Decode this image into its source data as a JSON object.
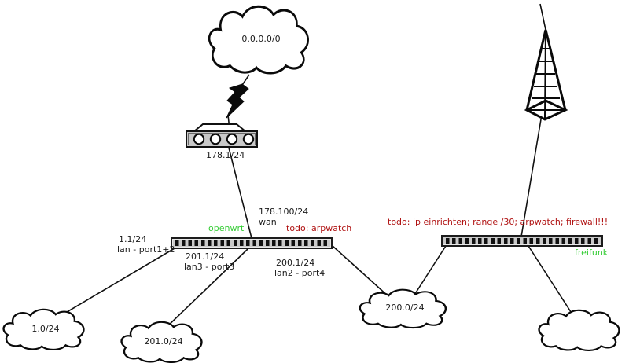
{
  "clouds": {
    "internet": {
      "label": "0.0.0.0/0"
    },
    "net1": {
      "label": "1.0/24"
    },
    "net201": {
      "label": "201.0/24"
    },
    "net200": {
      "label": "200.0/24"
    },
    "wireless": {
      "label": ""
    }
  },
  "modem": {
    "ip": "178.1/24"
  },
  "openwrt": {
    "name": "openwrt",
    "todo": "todo: arpwatch",
    "wan_ip": "178.100/24",
    "wan_if": "wan",
    "lan1_ip": "1.1/24",
    "lan1_if": "lan - port1+2",
    "lan3_ip": "201.1/24",
    "lan3_if": "lan3 - port3",
    "lan2_ip": "200.1/24",
    "lan2_if": "lan2 - port4"
  },
  "freifunk": {
    "name": "freifunk",
    "todo": "todo: ip einrichten; range /30; arpwatch; firewall!!!"
  },
  "colors": {
    "device_name_green": "#33cc33",
    "todo_red": "#b01212",
    "device_body_gray": "#c9c9c9"
  }
}
